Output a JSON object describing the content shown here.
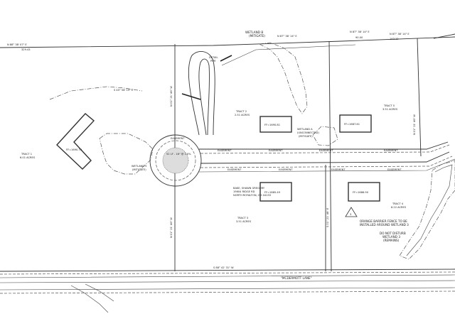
{
  "labels": {
    "wetland_b": "WETLAND B",
    "wetland_b_sub": "(MITIGATE)",
    "wetland_a": "WETLAND A",
    "wetland_a_sub1": "(UNCONNECTED)",
    "wetland_a_sub2": "(MITIGATE)",
    "wetland_5": "WETLAND 5",
    "wetland_5_sub": "(MITIGATE)",
    "tract1": "TRACT 1",
    "tract1_acres": "6.01 ACRES",
    "tract2": "TRACT 2",
    "tract2_acres": "2.51 ACRES",
    "tract3": "TRACT 3",
    "tract3_acres": "3.51 ACRES",
    "tract4": "TRACT 4",
    "tract4_acres": "6.22 ACRES",
    "tract5": "TRACT 5",
    "tract5_acres": "3.51 ACRES",
    "ff_1": "FF=1690.70",
    "ff_2": "FF=1690.81",
    "ff_3": "FF=1687.61",
    "ff_4": "FF=1685.49",
    "ff_5": "FF=1686.90",
    "cul_de_sac": "52 LF - 18\" @ 1.0%",
    "owner1": "BAKE, SHAWN GREGORY",
    "owner2": "19604 RIDGE RD",
    "owner3": "NORTH ROYALTON, OH 44133",
    "easement": "EASEMENT",
    "mcdermott_lane": "\"MCDERMOTT LANE\"",
    "note1_l1": "ORANGE BARRIER FENCE TO BE",
    "note1_l2": "INSTALLED AROUND WETLAND 3",
    "note2_l1": "DO NOT DISTURB",
    "note2_l2": "WETLAND 3",
    "note2_l3": "(REMAINS)",
    "triangle_num": "3",
    "bearing_top_left": "N 88° 38' 07\" E",
    "bearing_top_right": "N 87° 38' 14\" E",
    "bearing_mid": "N 87° 38' 14\" E",
    "bearing_left": "S 45° 58' 15\" E",
    "bearing_road": "S 88° 42' 31\" W"
  }
}
